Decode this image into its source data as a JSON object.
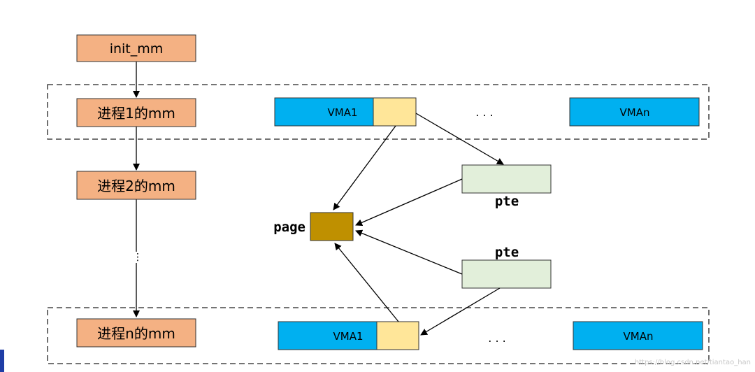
{
  "diagram": {
    "init_mm": "init_mm",
    "mm_labels": [
      "进程1的mm",
      "进程2的mm",
      "进程n的mm"
    ],
    "vma1_label": "VMA1",
    "vman_label": "VMAn",
    "ellipsis": ". . .",
    "page_label": "page",
    "pte_label": "pte",
    "vertical_dots": "⋮",
    "watermark": "https://blog.csdn.net/tiantao_han"
  },
  "colors": {
    "mm_box": "#f4b183",
    "vma_box": "#00b0f0",
    "vma_sub_box": "#ffe699",
    "pte_box": "#e2efda",
    "page_box": "#bf9000"
  }
}
